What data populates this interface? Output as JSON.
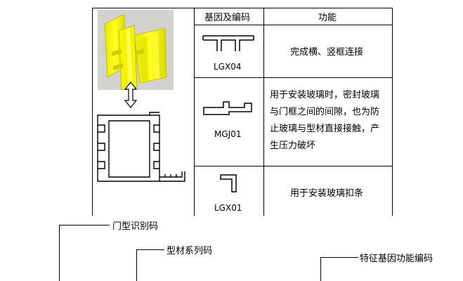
{
  "table": {
    "header_gene": "基因及编码",
    "header_function": "功能",
    "rows": [
      {
        "code": "LGX04",
        "function": "完成横、竖框连接"
      },
      {
        "code": "MGJ01",
        "function": "用于安装玻璃时，密封玻璃与门框之间的间隙，也为防止玻璃与型材直接接触，产生压力破坏"
      },
      {
        "code": "LGX01",
        "function": "用于安装玻璃扣条"
      }
    ]
  },
  "annotations": {
    "door_id": "门型识别码",
    "profile_series": "型材系列码",
    "feature_gene": "特征基因功能编码"
  },
  "colors": {
    "profile_yellow": "#f2f200",
    "render_bg": "#d2d2cf"
  }
}
